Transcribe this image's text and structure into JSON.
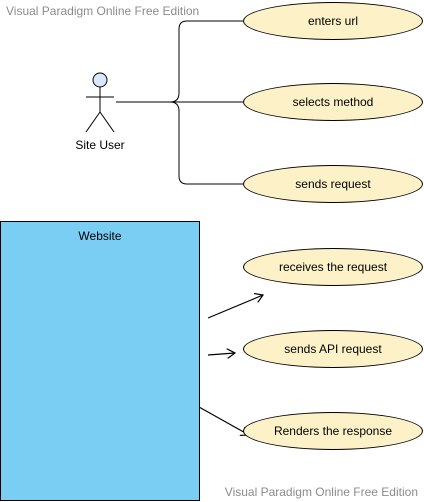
{
  "watermark": {
    "top": "Visual Paradigm Online Free Edition",
    "bottom": "Visual Paradigm Online Free Edition"
  },
  "actor": {
    "label": "Site User",
    "icon": "stick-figure-actor-icon"
  },
  "system": {
    "label": "Website",
    "fill_color": "#7acef4"
  },
  "use_cases": [
    {
      "id": "enters-url",
      "label": "enters url"
    },
    {
      "id": "selects-method",
      "label": "selects method"
    },
    {
      "id": "sends-request",
      "label": "sends request"
    },
    {
      "id": "receives-request",
      "label": "receives the request"
    },
    {
      "id": "sends-api-request",
      "label": "sends API request"
    },
    {
      "id": "renders-response",
      "label": "Renders the response"
    }
  ],
  "colors": {
    "use_case_fill": "#fdf1c8",
    "actor_head_fill": "#dae8fc",
    "stroke": "#000000"
  }
}
